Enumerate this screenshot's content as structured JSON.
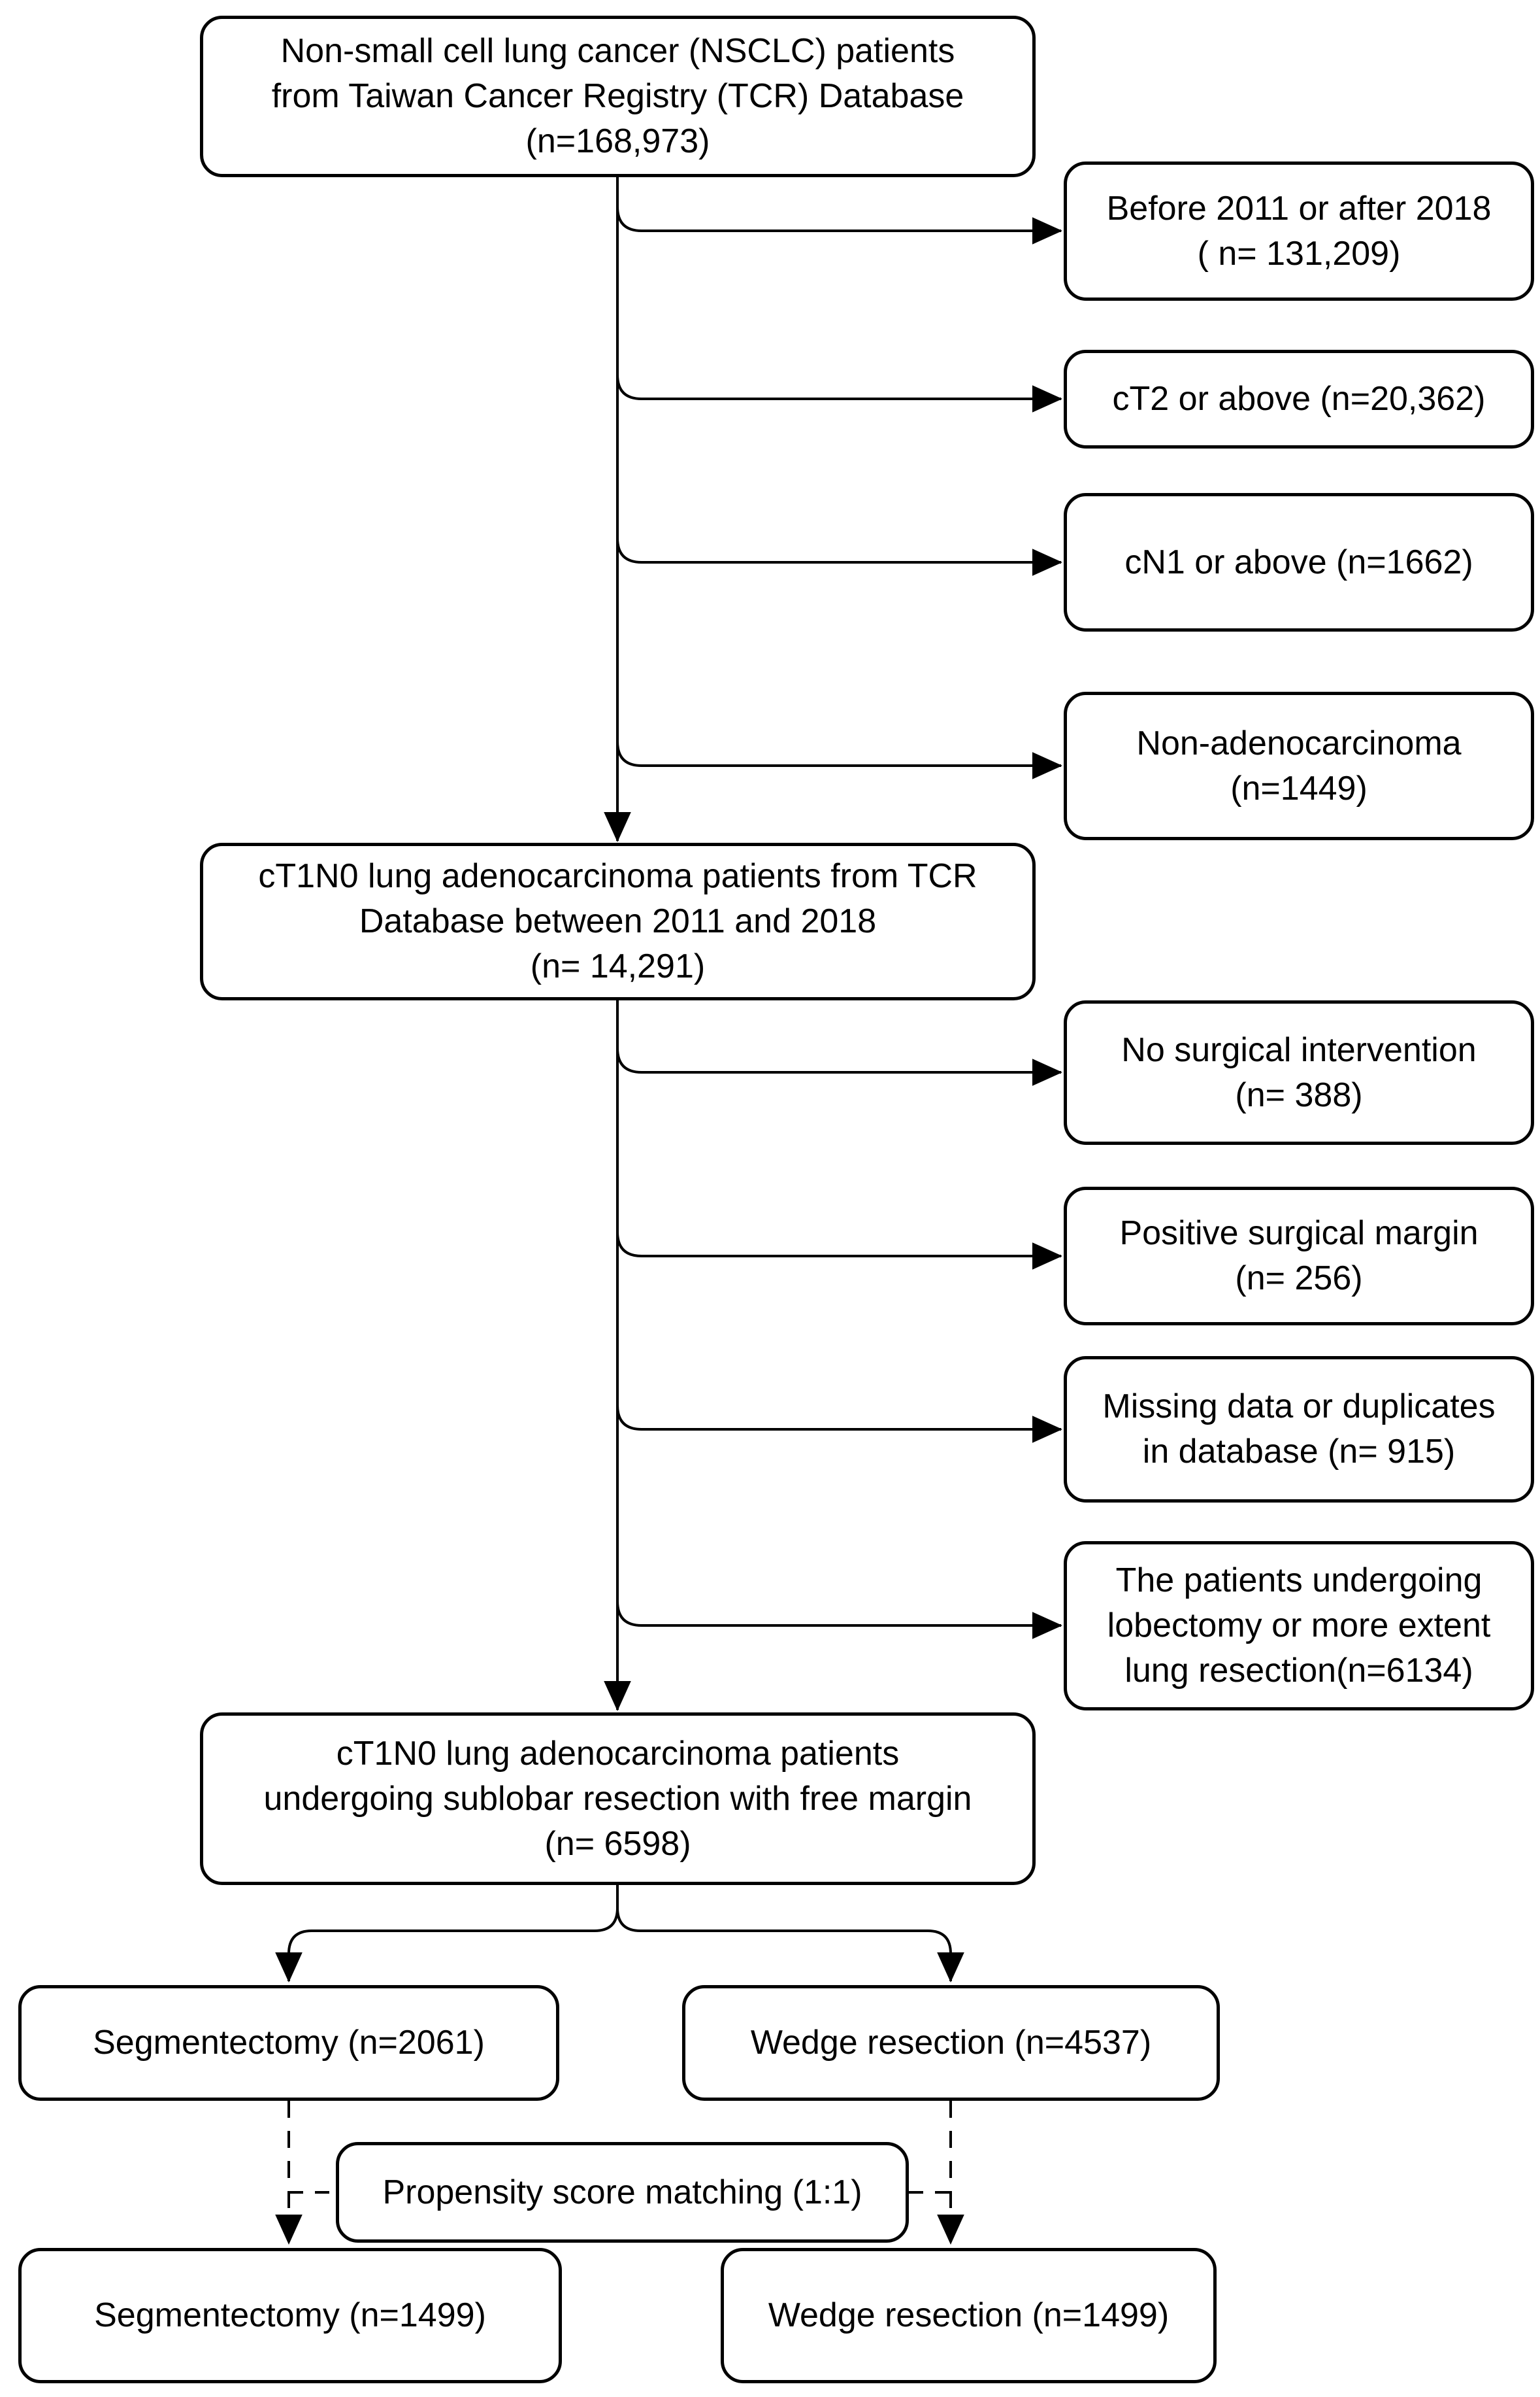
{
  "flowchart": {
    "colors": {
      "background": "#ffffff",
      "line": "#000000",
      "box_fill": "#ffffff",
      "text": "#000000"
    },
    "main_boxes": [
      {
        "lines": [
          "Non-small cell lung cancer (NSCLC) patients",
          "from Taiwan Cancer Registry (TCR) Database",
          "(n=168,973)"
        ]
      },
      {
        "lines": [
          "cT1N0 lung adenocarcinoma patients from TCR",
          "Database between 2011 and 2018",
          "(n= 14,291)"
        ]
      },
      {
        "lines": [
          "cT1N0 lung adenocarcinoma patients",
          "undergoing sublobar resection with free margin",
          "(n= 6598)"
        ]
      }
    ],
    "exclusion_boxes": [
      {
        "lines": [
          "Before 2011 or after 2018",
          "( n= 131,209)"
        ]
      },
      {
        "lines": [
          "cT2 or above (n=20,362)"
        ]
      },
      {
        "lines": [
          "cN1 or above (n=1662)"
        ]
      },
      {
        "lines": [
          "Non-adenocarcinoma",
          "(n=1449)"
        ]
      },
      {
        "lines": [
          "No surgical intervention",
          "(n= 388)"
        ]
      },
      {
        "lines": [
          "Positive surgical margin",
          "(n= 256)"
        ]
      },
      {
        "lines": [
          "Missing data or duplicates",
          "in database (n= 915)"
        ]
      },
      {
        "lines": [
          "The patients undergoing",
          "lobectomy or more extent",
          "lung resection(n=6134)"
        ]
      }
    ],
    "unmatched_boxes": [
      {
        "label": "Segmentectomy (n=2061)"
      },
      {
        "label": "Wedge resection (n=4537)"
      }
    ],
    "matching_box": {
      "label": "Propensity score matching (1:1)"
    },
    "matched_boxes": [
      {
        "label": "Segmentectomy (n=1499)"
      },
      {
        "label": "Wedge resection (n=1499)"
      }
    ],
    "icons": {
      "arrowhead": "filled-triangle"
    }
  }
}
